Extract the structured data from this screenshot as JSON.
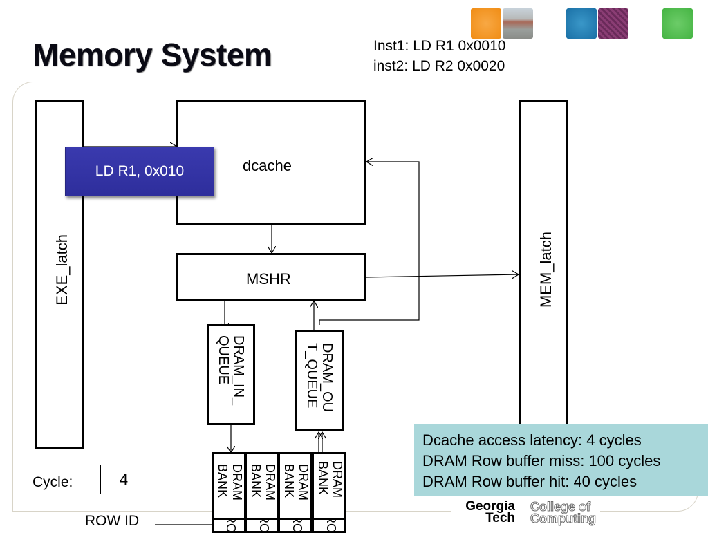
{
  "slide": {
    "title": "Memory System",
    "instructions": [
      "Inst1: LD R1 0x0010",
      "inst2: LD R2 0x0020"
    ]
  },
  "header_tiles": [
    {
      "name": "orange-tile",
      "color": "#f39420"
    },
    {
      "name": "campus-photo-tile",
      "color": "#9aa3a8"
    },
    {
      "name": "blue-tile",
      "color": "#1a79b0"
    },
    {
      "name": "circuit-photo-tile",
      "color": "#7a3a6a"
    },
    {
      "name": "green-tile",
      "color": "#4cb84a"
    }
  ],
  "diagram": {
    "exe_latch": "EXE_latch",
    "mem_latch": "MEM_latch",
    "dcache": "dcache",
    "mshr": "MSHR",
    "dram_in_queue": "DRAM_IN_\nQUEUE",
    "dram_out_queue": "DRAM_OU\nT_QUEUE",
    "in_flight_instruction": "LD R1, 0x010",
    "banks": [
      "DRAM\nBANK",
      "DRAM\nBANK",
      "DRAM\nBANK",
      "DRAM\nBANK"
    ],
    "row_cells": [
      "ROW",
      "ROW",
      "ROW",
      "ROW"
    ],
    "row_id_label": "ROW ID"
  },
  "cycle": {
    "label": "Cycle:",
    "value": "4"
  },
  "latency_note": [
    "Dcache access latency: 4 cycles",
    "DRAM Row buffer miss: 100 cycles",
    "DRAM Row buffer hit: 40 cycles"
  ],
  "footer_logo": {
    "line1": "Georgia",
    "line2": "Tech",
    "sub1": "College of",
    "sub2": "Computing"
  },
  "colors": {
    "instruction_box": "#3333a6",
    "note_background": "#a9d7da"
  }
}
